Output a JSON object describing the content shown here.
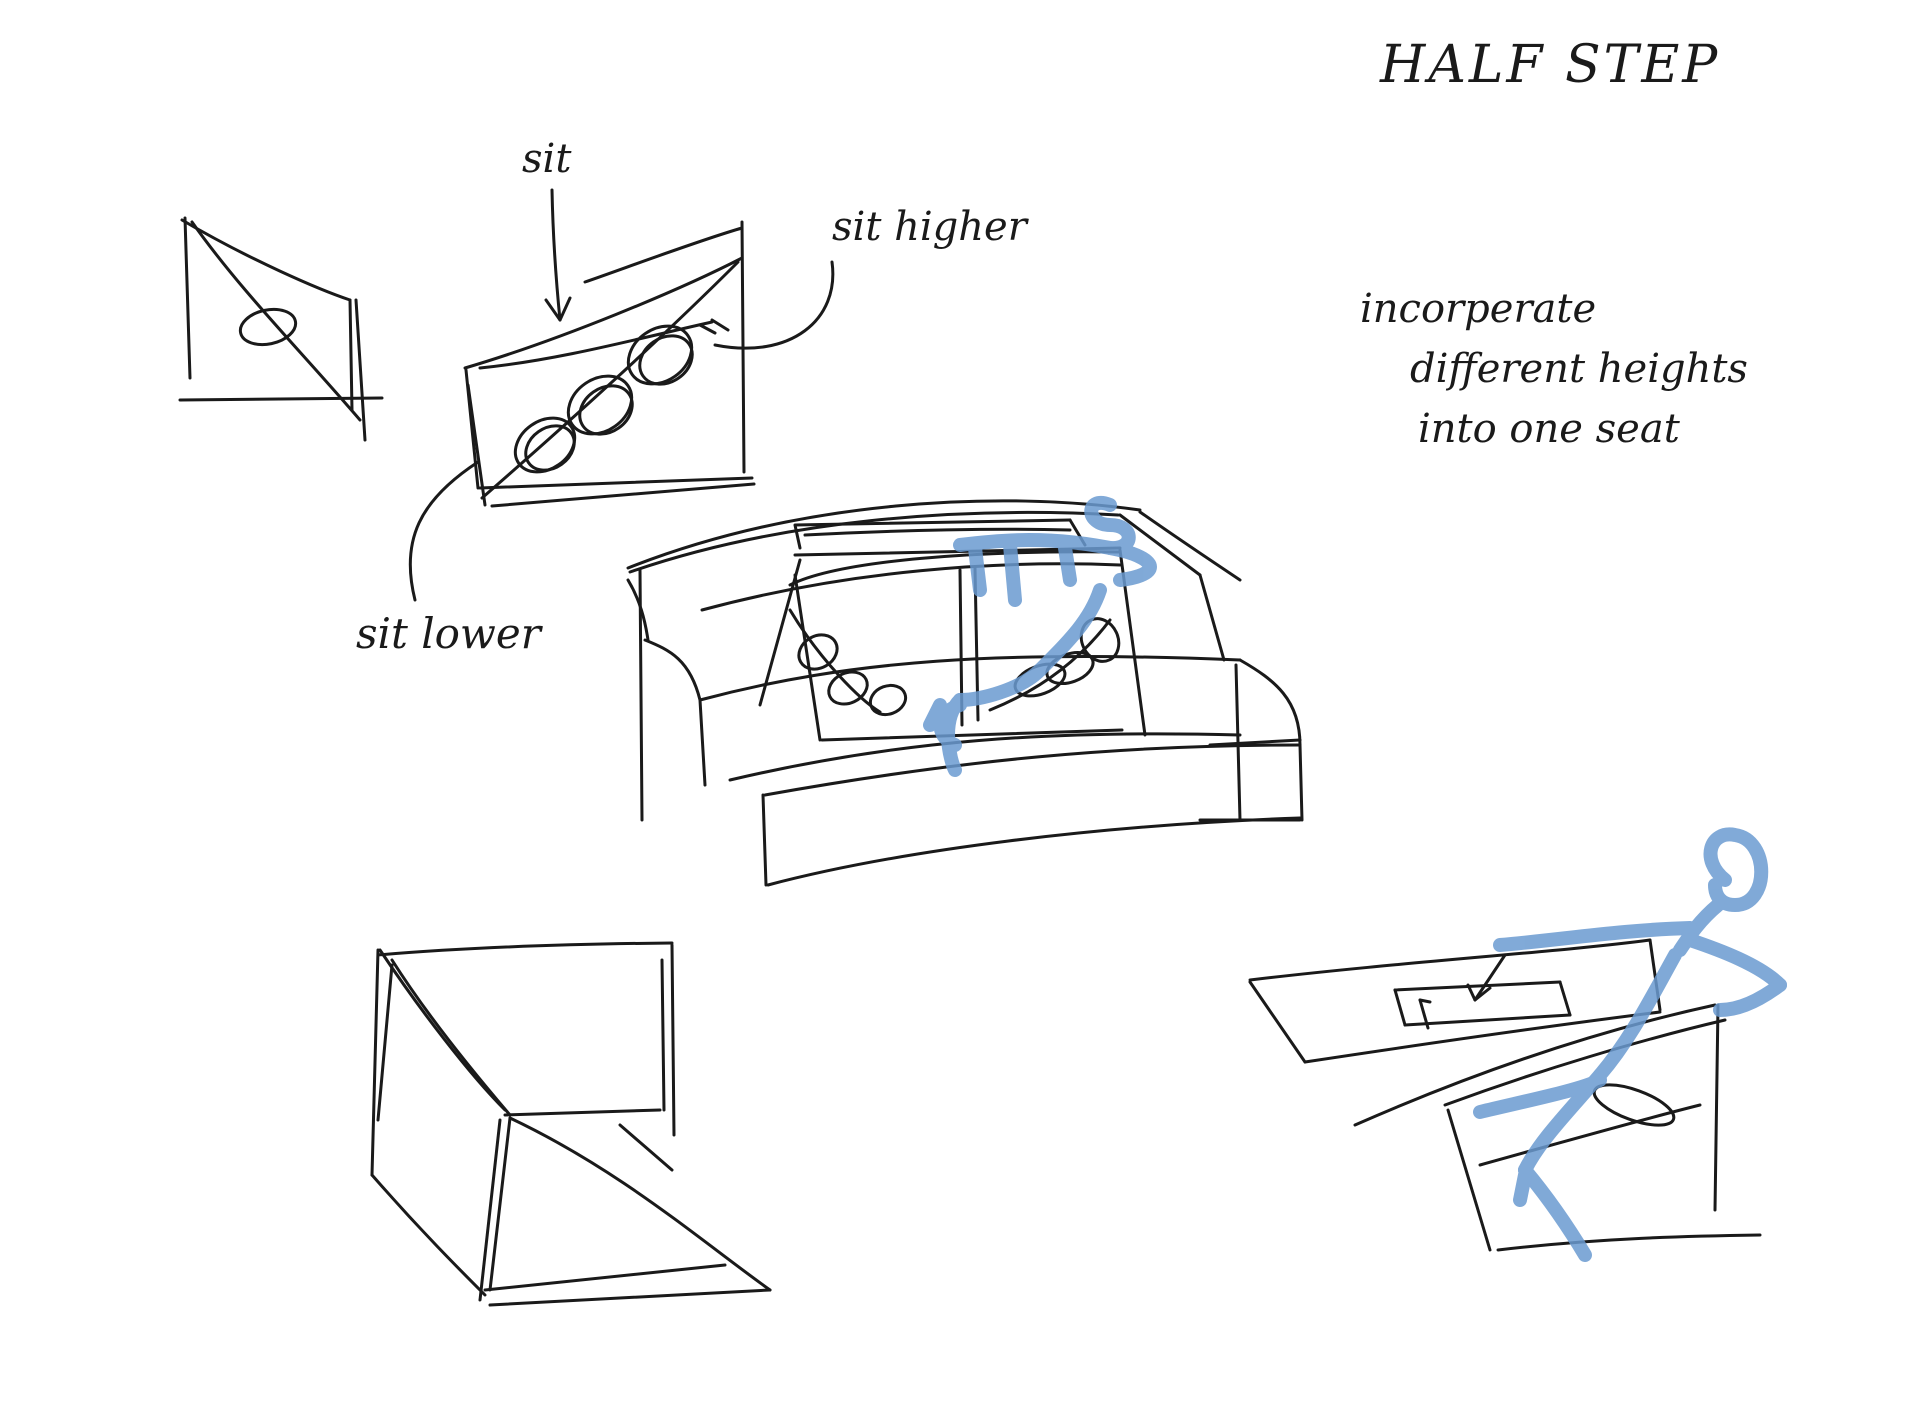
{
  "page": {
    "title": "HALF STEP",
    "note_lines": [
      "incorperate",
      "different heights",
      "into one seat"
    ]
  },
  "labels": {
    "sit": "sit",
    "sit_higher": "sit higher",
    "sit_lower": "sit lower"
  },
  "colors": {
    "ink": "#1a1a1a",
    "marker_blue": "#6b9bd1",
    "paper": "#ffffff"
  }
}
